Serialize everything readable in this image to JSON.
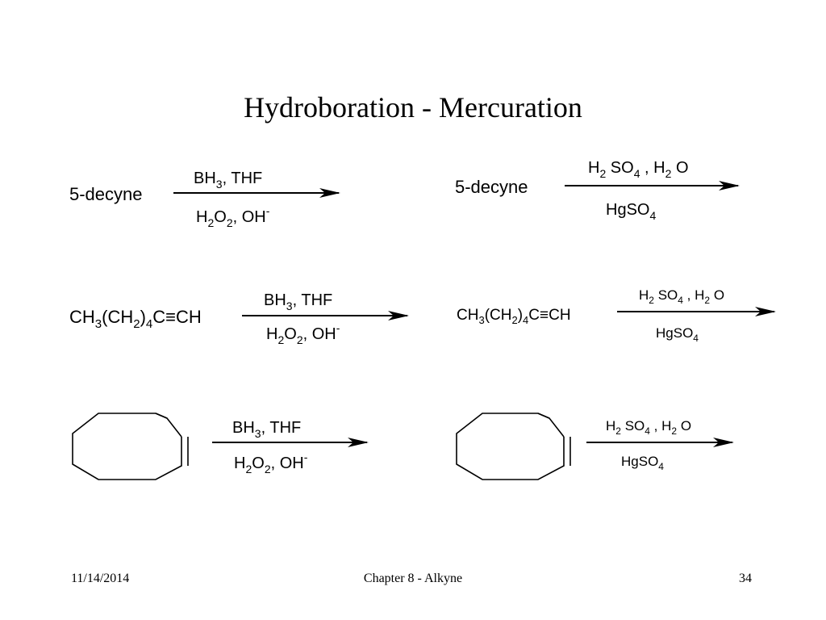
{
  "slide": {
    "title": "Hydroboration - Mercuration",
    "footer": {
      "date": "11/14/2014",
      "chapter": "Chapter 8 - Alkyne",
      "page": "34"
    }
  },
  "reactions": {
    "r1": {
      "substrate": "5-decyne",
      "reagent_top": [
        "BH",
        "3",
        ", THF"
      ],
      "reagent_bottom": [
        "H",
        "2",
        "O",
        "2",
        ", OH",
        "-"
      ]
    },
    "r2": {
      "substrate": "5-decyne",
      "reagent_top": [
        "H",
        "2",
        " SO",
        "4",
        " , H",
        "2",
        " O"
      ],
      "reagent_bottom": [
        "HgSO",
        "4"
      ]
    },
    "r3": {
      "substrate": [
        "CH",
        "3",
        "(CH",
        "2",
        ")",
        "4",
        "C",
        "≡",
        "CH"
      ],
      "reagent_top": [
        "BH",
        "3",
        ", THF"
      ],
      "reagent_bottom": [
        "H",
        "2",
        "O",
        "2",
        ", OH",
        "-"
      ]
    },
    "r4": {
      "substrate": [
        "CH",
        "3",
        "(CH",
        "2",
        ")",
        "4",
        "C",
        "≡",
        "CH"
      ],
      "reagent_top": [
        "H",
        "2",
        " SO",
        "4",
        " , H",
        "2",
        " O"
      ],
      "reagent_bottom": [
        "HgSO",
        "4"
      ]
    },
    "r5": {
      "reagent_top": [
        "BH",
        "3",
        ", THF"
      ],
      "reagent_bottom": [
        "H",
        "2",
        "O",
        "2",
        ", OH",
        "-"
      ]
    },
    "r6": {
      "reagent_top": [
        "H",
        "2",
        " SO",
        "4",
        " , H",
        "2",
        " O"
      ],
      "reagent_bottom": [
        "HgSO",
        "4"
      ]
    }
  }
}
